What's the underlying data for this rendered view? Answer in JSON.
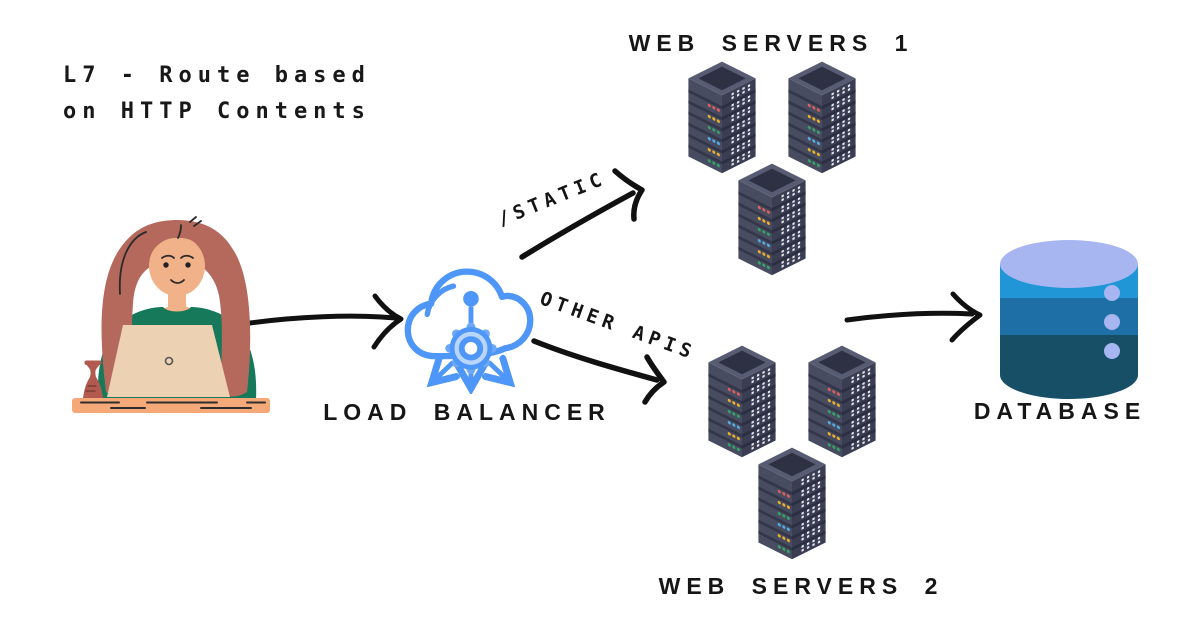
{
  "title": {
    "line1": "L7 - Route based",
    "line2": "on HTTP Contents"
  },
  "nodes": {
    "client": {
      "icon": "person-laptop-illustration"
    },
    "load_balancer": {
      "label": "LOAD BALANCER",
      "icon": "cloud-gear-icon"
    },
    "web_servers_1": {
      "label": "WEB SERVERS 1",
      "icon": "server-rack-icon",
      "server_count": 3
    },
    "web_servers_2": {
      "label": "WEB SERVERS 2",
      "icon": "server-rack-icon",
      "server_count": 3
    },
    "database": {
      "label": "DATABASE",
      "icon": "database-cylinder-icon"
    }
  },
  "edges": {
    "static": {
      "label": "/STATIC",
      "from": "load_balancer",
      "to": "web_servers_1"
    },
    "other_apis": {
      "label": "OTHER APIS",
      "from": "load_balancer",
      "to": "web_servers_2"
    }
  },
  "colors": {
    "ink": "#121212",
    "accent_blue": "#4e96f7",
    "gear_fill": "#b9d5fb",
    "server_body": "#484c61",
    "server_side": "#3b3e53",
    "server_top": "#585c72",
    "server_top_inner": "#2e3144",
    "db_top": "#a7b6f0",
    "db_band_1": "#2196d6",
    "db_band_2": "#1d6fa5",
    "db_band_3": "#174f66",
    "skin": "#f2b289",
    "hair": "#b5695d",
    "sweater": "#15795a",
    "laptop": "#ecd2b2",
    "desk": "#f5a878",
    "vase": "#b25a50"
  },
  "icons": {
    "server_led_rows": [
      "#e05f5a",
      "#f0b327",
      "#33a565",
      "#53aee6",
      "#f0b327",
      "#33a565"
    ]
  }
}
